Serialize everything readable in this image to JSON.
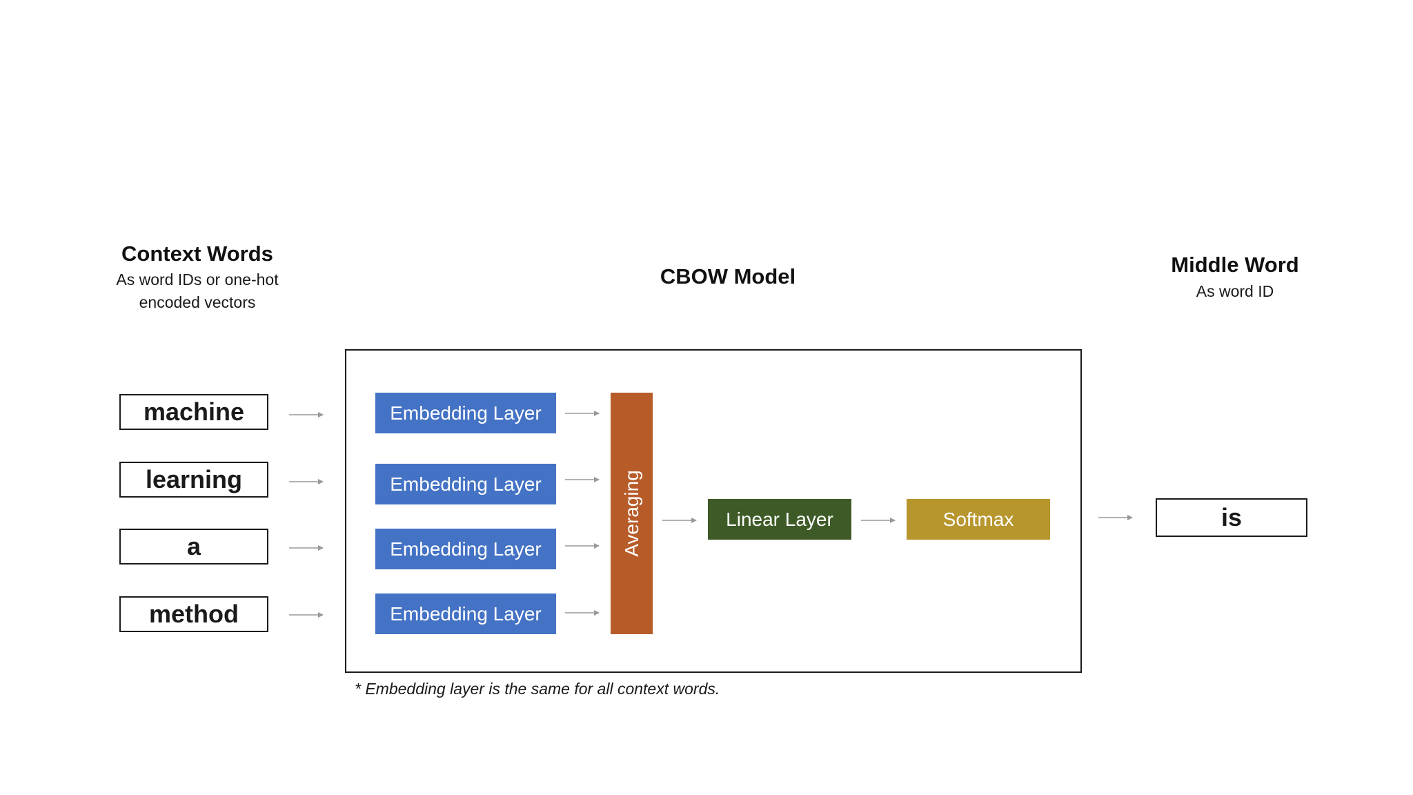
{
  "context": {
    "title": "Context Words",
    "subtitle_line1": "As word IDs or one-hot",
    "subtitle_line2": "encoded vectors",
    "words": [
      "machine",
      "learning",
      "a",
      "method"
    ]
  },
  "model": {
    "title": "CBOW Model",
    "embedding_label": "Embedding Layer",
    "averaging_label": "Averaging",
    "linear_label": "Linear Layer",
    "softmax_label": "Softmax",
    "footnote": "* Embedding layer is the same for all context words."
  },
  "output": {
    "title": "Middle Word",
    "subtitle": "As word ID",
    "word": "is"
  },
  "colors": {
    "embedding": "#4472C4",
    "averaging": "#B75C29",
    "linear": "#3E5B27",
    "softmax": "#B8962E",
    "arrow": "#999999"
  }
}
